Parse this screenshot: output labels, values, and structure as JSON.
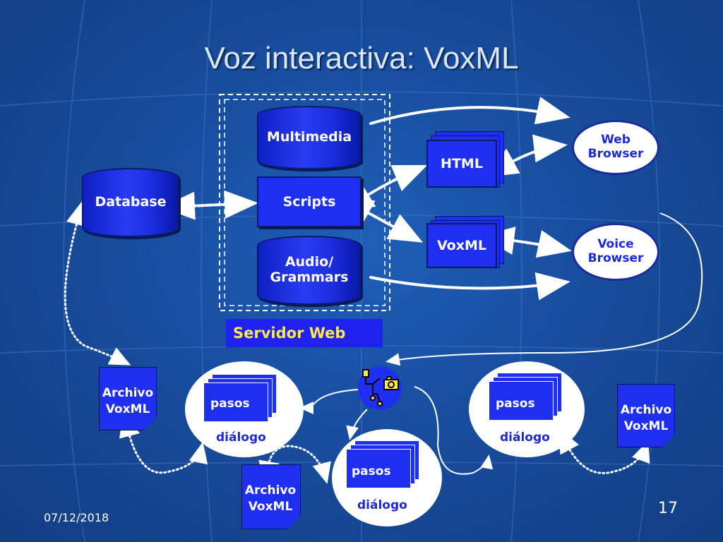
{
  "slide": {
    "title": "Voz interactiva: VoxML",
    "date": "07/12/2018",
    "page_number": "17"
  },
  "diagram": {
    "database": "Database",
    "web_server": {
      "label": "Servidor Web",
      "multimedia": "Multimedia",
      "scripts": "Scripts",
      "audio_grammars_line1": "Audio/",
      "audio_grammars_line2": "Grammars"
    },
    "html_doc": "HTML",
    "voxml_doc": "VoxML",
    "web_browser_line1": "Web",
    "web_browser_line2": "Browser",
    "voice_browser_line1": "Voice",
    "voice_browser_line2": "Browser",
    "voxml_file_line1": "Archivo",
    "voxml_file_line2": "VoxML",
    "steps": "pasos",
    "dialog": "diálogo"
  },
  "colors": {
    "background": "#1a4fa3",
    "box_blue": "#1f2ff0",
    "label_yellow": "#ffe94a",
    "text_blue": "#1b2ad8"
  }
}
